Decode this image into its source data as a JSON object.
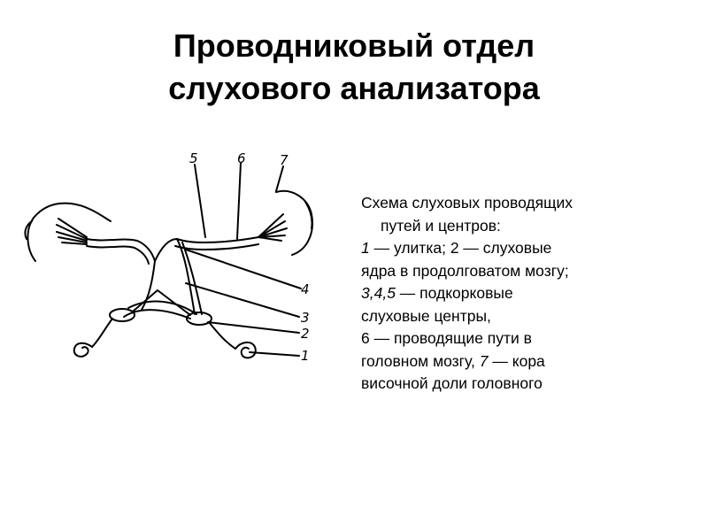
{
  "slide": {
    "title_line1": "Проводниковый отдел",
    "title_line2": "слухового анализатора"
  },
  "diagram": {
    "labels": {
      "l1": "1",
      "l2": "2",
      "l3": "3",
      "l4": "4",
      "l5": "5",
      "l6": "6",
      "l7": "7"
    }
  },
  "caption": {
    "line1": "Схема слуховых проводящих",
    "line2": "путей и центров:",
    "l3_num": "1",
    "l3_text": " — улитка; 2 — слуховые",
    "line4": "ядра в продолговатом мозгу;",
    "l5_num": "3,4,5",
    "l5_text": " — подкорковые",
    "line6": "слуховые центры,",
    "l7_text": "6 — проводящие пути в",
    "l8_text": "головном мозгу, ",
    "l8_num": "7",
    "l8_tail": " — кора",
    "line9": "височной доли головного"
  }
}
